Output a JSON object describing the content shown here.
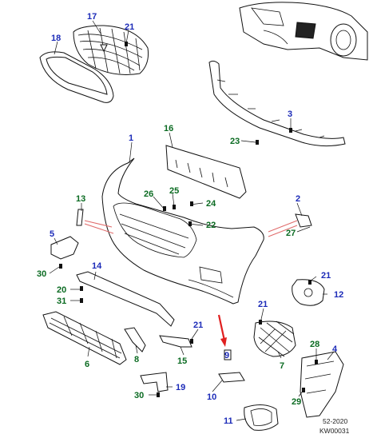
{
  "callouts": [
    {
      "id": "c17",
      "label": "17",
      "color": "blue"
    },
    {
      "id": "c21a",
      "label": "21",
      "color": "blue"
    },
    {
      "id": "c18",
      "label": "18",
      "color": "blue"
    },
    {
      "id": "c3",
      "label": "3",
      "color": "blue"
    },
    {
      "id": "c16",
      "label": "16",
      "color": "green"
    },
    {
      "id": "c23",
      "label": "23",
      "color": "green"
    },
    {
      "id": "c1",
      "label": "1",
      "color": "blue"
    },
    {
      "id": "c13",
      "label": "13",
      "color": "green"
    },
    {
      "id": "c26",
      "label": "26",
      "color": "green"
    },
    {
      "id": "c25",
      "label": "25",
      "color": "green"
    },
    {
      "id": "c24",
      "label": "24",
      "color": "green"
    },
    {
      "id": "c22",
      "label": "22",
      "color": "green"
    },
    {
      "id": "c2",
      "label": "2",
      "color": "blue"
    },
    {
      "id": "c27",
      "label": "27",
      "color": "green"
    },
    {
      "id": "c5",
      "label": "5",
      "color": "blue"
    },
    {
      "id": "c30a",
      "label": "30",
      "color": "green"
    },
    {
      "id": "c14",
      "label": "14",
      "color": "blue"
    },
    {
      "id": "c20",
      "label": "20",
      "color": "green"
    },
    {
      "id": "c31",
      "label": "31",
      "color": "green"
    },
    {
      "id": "c21b",
      "label": "21",
      "color": "blue"
    },
    {
      "id": "c12",
      "label": "12",
      "color": "blue"
    },
    {
      "id": "c21c",
      "label": "21",
      "color": "blue"
    },
    {
      "id": "c21d",
      "label": "21",
      "color": "blue"
    },
    {
      "id": "c6",
      "label": "6",
      "color": "green"
    },
    {
      "id": "c8",
      "label": "8",
      "color": "green"
    },
    {
      "id": "c15",
      "label": "15",
      "color": "green"
    },
    {
      "id": "c9",
      "label": "9",
      "color": "blue"
    },
    {
      "id": "c7",
      "label": "7",
      "color": "green"
    },
    {
      "id": "c28",
      "label": "28",
      "color": "green"
    },
    {
      "id": "c4",
      "label": "4",
      "color": "blue"
    },
    {
      "id": "c30b",
      "label": "30",
      "color": "green"
    },
    {
      "id": "c19",
      "label": "19",
      "color": "blue"
    },
    {
      "id": "c10",
      "label": "10",
      "color": "blue"
    },
    {
      "id": "c29",
      "label": "29",
      "color": "green"
    },
    {
      "id": "c11",
      "label": "11",
      "color": "blue"
    }
  ],
  "reference": {
    "date": "52-2020",
    "code": "KW00031"
  },
  "colors": {
    "blue_callout": "#1c2bb8",
    "green_callout": "#0b6b22",
    "arrow": "#e02020",
    "lines": "#111111"
  }
}
